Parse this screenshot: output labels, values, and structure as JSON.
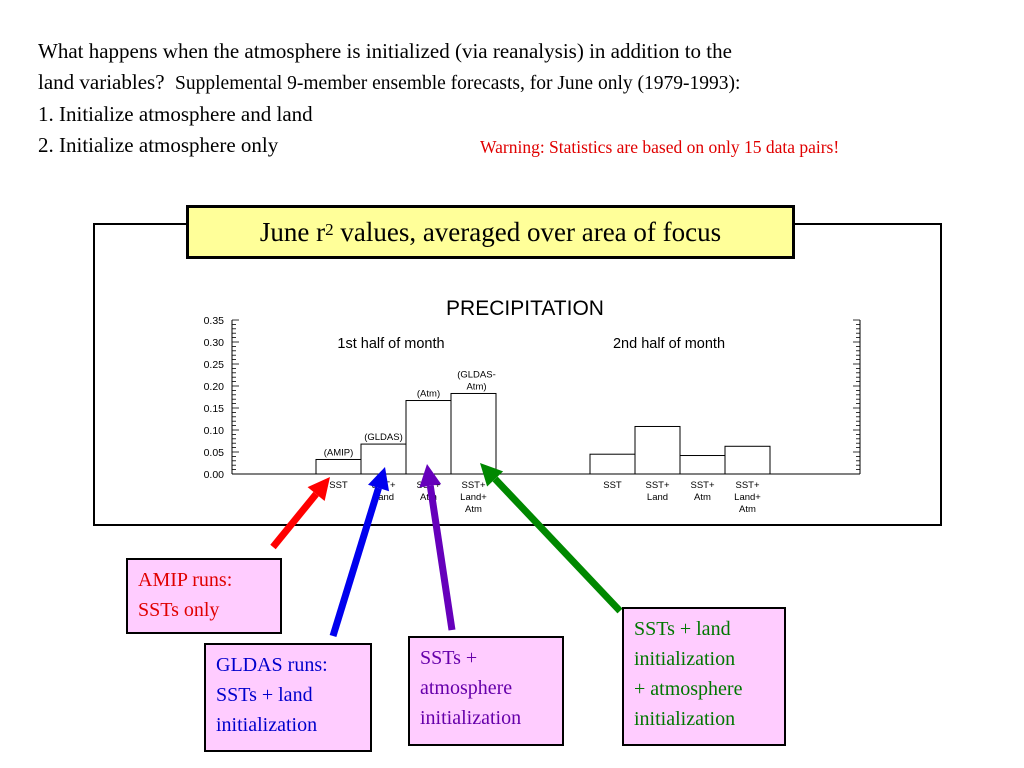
{
  "intro": {
    "line1": "What happens when the atmosphere is initialized (via reanalysis) in addition to the",
    "line2_a": "land variables?",
    "line2_b": "Supplemental 9-member ensemble forecasts, for June only (1979-1993):",
    "line3": "1. Initialize atmosphere and land",
    "line4": "2. Initialize atmosphere only",
    "warning": "Warning: Statistics are based on only 15 data pairs!"
  },
  "title_box": {
    "text_a": "June r",
    "sup": "2",
    "text_b": " values, averaged over area of focus"
  },
  "chart_data": {
    "type": "bar",
    "title": "PRECIPITATION",
    "ylim": [
      0,
      0.35
    ],
    "yticks": [
      "0.35",
      "0.30",
      "0.25",
      "0.20",
      "0.15",
      "0.10",
      "0.05",
      "0.00"
    ],
    "ytick_values": [
      0.35,
      0.3,
      0.25,
      0.2,
      0.15,
      0.1,
      0.05,
      0.0
    ],
    "panels": [
      {
        "label": "1st half of month",
        "categories": [
          "SST",
          "SST+\nLand",
          "SST+\nAtm",
          "SST+\nLand+\nAtm"
        ],
        "values": [
          0.033,
          0.068,
          0.167,
          0.183
        ],
        "bar_labels": [
          "(AMIP)",
          "(GLDAS)",
          "(Atm)",
          "(GLDAS-\nAtm)"
        ]
      },
      {
        "label": "2nd half of month",
        "categories": [
          "SST",
          "SST+\nLand",
          "SST+\nAtm",
          "SST+\nLand+\nAtm"
        ],
        "values": [
          0.045,
          0.108,
          0.042,
          0.063
        ],
        "bar_labels": [
          "",
          "",
          "",
          ""
        ]
      }
    ]
  },
  "notes": {
    "amip": {
      "line1": "AMIP runs:",
      "line2": "SSTs only",
      "color": "#e00000"
    },
    "gldas": {
      "line1": "GLDAS runs:",
      "line2": "SSTs + land",
      "line3": "initialization",
      "color": "#0000cc"
    },
    "atm": {
      "line1": "SSTs +",
      "line2": "atmosphere",
      "line3": "initialization",
      "color": "#6600aa"
    },
    "both": {
      "line1": "SSTs + land",
      "line2": "initialization",
      "line3": "+ atmosphere",
      "line4": "initialization",
      "color": "#007700"
    }
  },
  "arrows": {
    "red": "#ff0000",
    "blue": "#0000ee",
    "purple": "#6600bb",
    "green": "#008800"
  }
}
